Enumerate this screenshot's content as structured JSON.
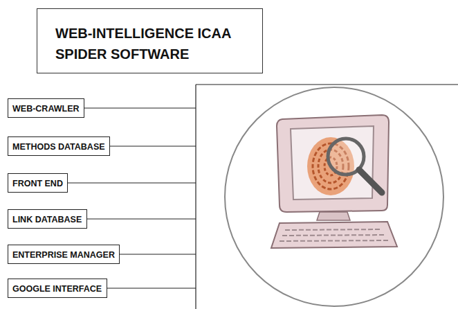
{
  "diagram": {
    "title": "WEB-INTELLIGENCE ICAA SPIDER SOFTWARE",
    "nodes": [
      {
        "text": [
          "WEB-CRAWLER"
        ]
      },
      {
        "text": [
          "METHODS DATABASE"
        ]
      },
      {
        "text": [
          "FRONT END"
        ]
      },
      {
        "text": [
          "LINK DATABASE"
        ]
      },
      {
        "text": [
          "ENTERPRISE MANAGER"
        ]
      },
      {
        "text": [
          "GOOGLE INTERFACE"
        ]
      }
    ]
  }
}
